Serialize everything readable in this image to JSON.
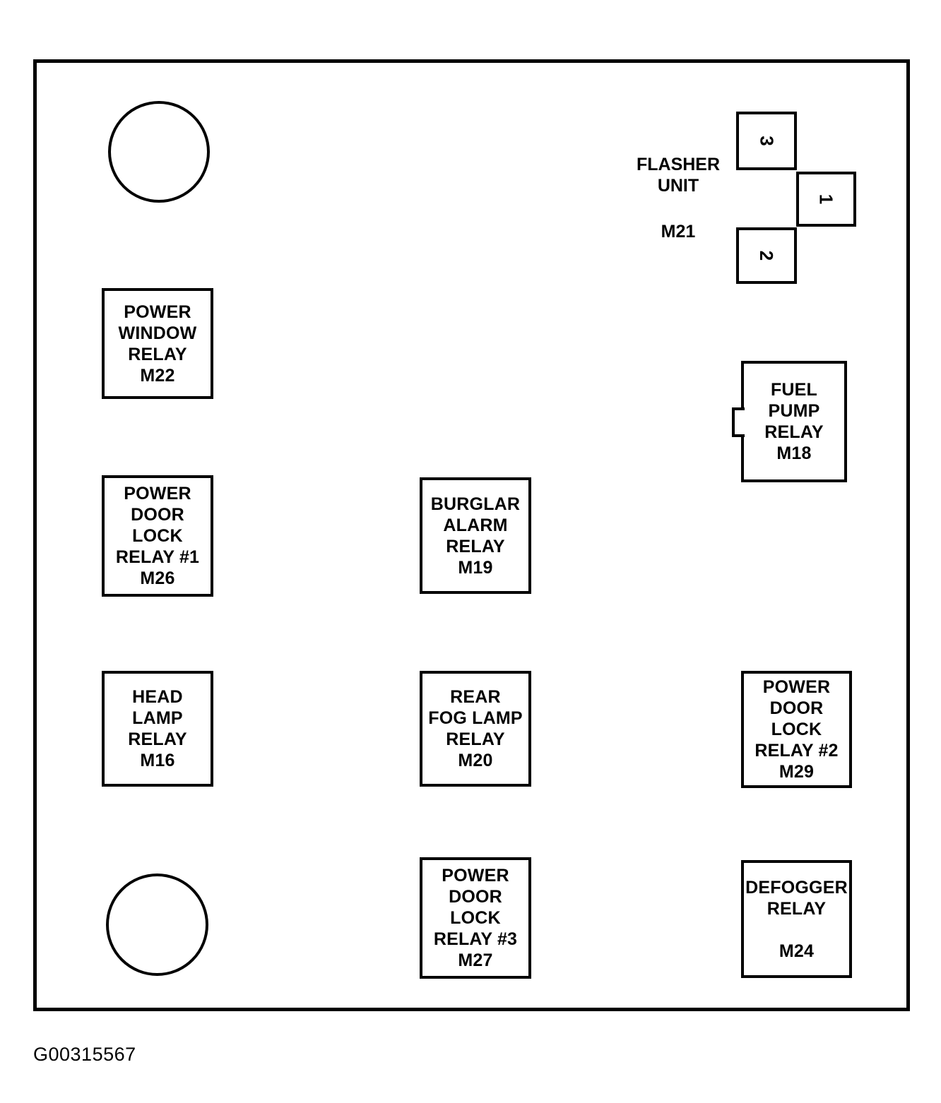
{
  "diagram": {
    "caption": "G00315567",
    "panel": {
      "mount_holes": [
        {
          "name": "mount-hole-top-left"
        },
        {
          "name": "mount-hole-bottom-left"
        }
      ]
    },
    "flasher_unit": {
      "label_line1": "FLASHER",
      "label_line2": "UNIT",
      "id": "M21",
      "terminals": [
        {
          "number": "3"
        },
        {
          "number": "1"
        },
        {
          "number": "2"
        }
      ]
    },
    "relays": [
      {
        "name": "power-window-relay",
        "lines": [
          "POWER",
          "WINDOW",
          "RELAY",
          "M22"
        ],
        "id": "M22"
      },
      {
        "name": "power-door-lock-relay-1",
        "lines": [
          "POWER",
          "DOOR",
          "LOCK",
          "RELAY #1",
          "M26"
        ],
        "id": "M26"
      },
      {
        "name": "head-lamp-relay",
        "lines": [
          "HEAD",
          "LAMP",
          "RELAY",
          "M16"
        ],
        "id": "M16"
      },
      {
        "name": "burglar-alarm-relay",
        "lines": [
          "BURGLAR",
          "ALARM",
          "RELAY",
          "M19"
        ],
        "id": "M19"
      },
      {
        "name": "rear-fog-lamp-relay",
        "lines": [
          "REAR",
          "FOG LAMP",
          "RELAY",
          "M20"
        ],
        "id": "M20"
      },
      {
        "name": "power-door-lock-relay-3",
        "lines": [
          "POWER",
          "DOOR",
          "LOCK",
          "RELAY #3",
          "M27"
        ],
        "id": "M27"
      },
      {
        "name": "fuel-pump-relay",
        "lines": [
          "FUEL",
          "PUMP",
          "RELAY",
          "M18"
        ],
        "id": "M18"
      },
      {
        "name": "power-door-lock-relay-2",
        "lines": [
          "POWER",
          "DOOR",
          "LOCK",
          "RELAY #2",
          "M29"
        ],
        "id": "M29"
      },
      {
        "name": "defogger-relay",
        "lines": [
          "DEFOGGER",
          "RELAY",
          "",
          "M24"
        ],
        "id": "M24"
      }
    ]
  },
  "colors": {
    "stroke": "#000000",
    "background": "#ffffff"
  }
}
